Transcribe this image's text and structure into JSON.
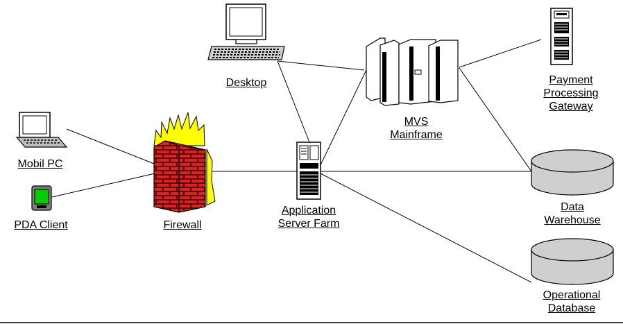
{
  "diagram": {
    "nodes": {
      "desktop": {
        "label": "Desktop"
      },
      "mainframe": {
        "label_line1": "MVS",
        "label_line2": "Mainframe"
      },
      "payment": {
        "label_line1": "Payment",
        "label_line2": "Processing",
        "label_line3": "Gateway"
      },
      "mobil_pc": {
        "label": "Mobil PC"
      },
      "pda": {
        "label": "PDA Client"
      },
      "firewall": {
        "label": "Firewall"
      },
      "app_server": {
        "label_line1": "Application",
        "label_line2": "Server Farm"
      },
      "data_warehouse": {
        "label_line1": "Data",
        "label_line2": "Warehouse"
      },
      "operational_db": {
        "label_line1": "Operational",
        "label_line2": "Database"
      }
    },
    "connections": [
      [
        "mobil_pc",
        "firewall"
      ],
      [
        "pda",
        "firewall"
      ],
      [
        "firewall",
        "app_server"
      ],
      [
        "desktop",
        "app_server"
      ],
      [
        "desktop",
        "mainframe"
      ],
      [
        "app_server",
        "mainframe"
      ],
      [
        "app_server",
        "data_warehouse"
      ],
      [
        "app_server",
        "operational_db"
      ],
      [
        "mainframe",
        "payment"
      ],
      [
        "mainframe",
        "data_warehouse"
      ]
    ],
    "colors": {
      "firewall_brick": "#e02020",
      "firewall_flame": "#ffff00",
      "pda_screen": "#00cc00",
      "line": "#000000"
    }
  }
}
